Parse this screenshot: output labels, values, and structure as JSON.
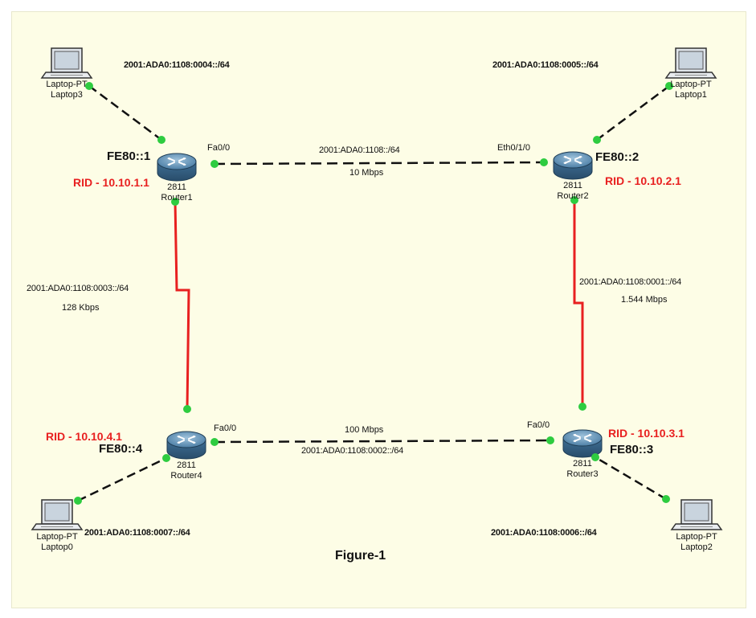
{
  "figure_label": "Figure-1",
  "colors": {
    "serial_link": "#e82020",
    "ethernet_link": "#111111",
    "link_light": "#2ecc40",
    "rid": "#e82020"
  },
  "laptops": [
    {
      "model": "Laptop-PT",
      "name": "Laptop3",
      "network": "2001:ADA0:1108:0004::/64"
    },
    {
      "model": "Laptop-PT",
      "name": "Laptop1",
      "network": "2001:ADA0:1108:0005::/64"
    },
    {
      "model": "Laptop-PT",
      "name": "Laptop0",
      "network": "2001:ADA0:1108:0007::/64"
    },
    {
      "model": "Laptop-PT",
      "name": "Laptop2",
      "network": "2001:ADA0:1108:0006::/64"
    }
  ],
  "routers": [
    {
      "model": "2811",
      "name": "Router1",
      "link_local": "FE80::1",
      "rid": "RID - 10.10.1.1"
    },
    {
      "model": "2811",
      "name": "Router2",
      "link_local": "FE80::2",
      "rid": "RID - 10.10.2.1"
    },
    {
      "model": "2811",
      "name": "Router4",
      "link_local": "FE80::4",
      "rid": "RID - 10.10.4.1"
    },
    {
      "model": "2811",
      "name": "Router3",
      "link_local": "FE80::3",
      "rid": "RID - 10.10.3.1"
    }
  ],
  "links": {
    "r1_r2": {
      "network": "2001:ADA0:1108::/64",
      "speed": "10 Mbps",
      "port_a": "Fa0/0",
      "port_b": "Eth0/1/0"
    },
    "r1_r4": {
      "network": "2001:ADA0:1108:0003::/64",
      "speed": "128 Kbps"
    },
    "r2_r3": {
      "network": "2001:ADA0:1108:0001::/64",
      "speed": "1.544 Mbps"
    },
    "r4_r3": {
      "network": "2001:ADA0:1108:0002::/64",
      "speed": "100 Mbps",
      "port_a": "Fa0/0",
      "port_b": "Fa0/0"
    }
  }
}
